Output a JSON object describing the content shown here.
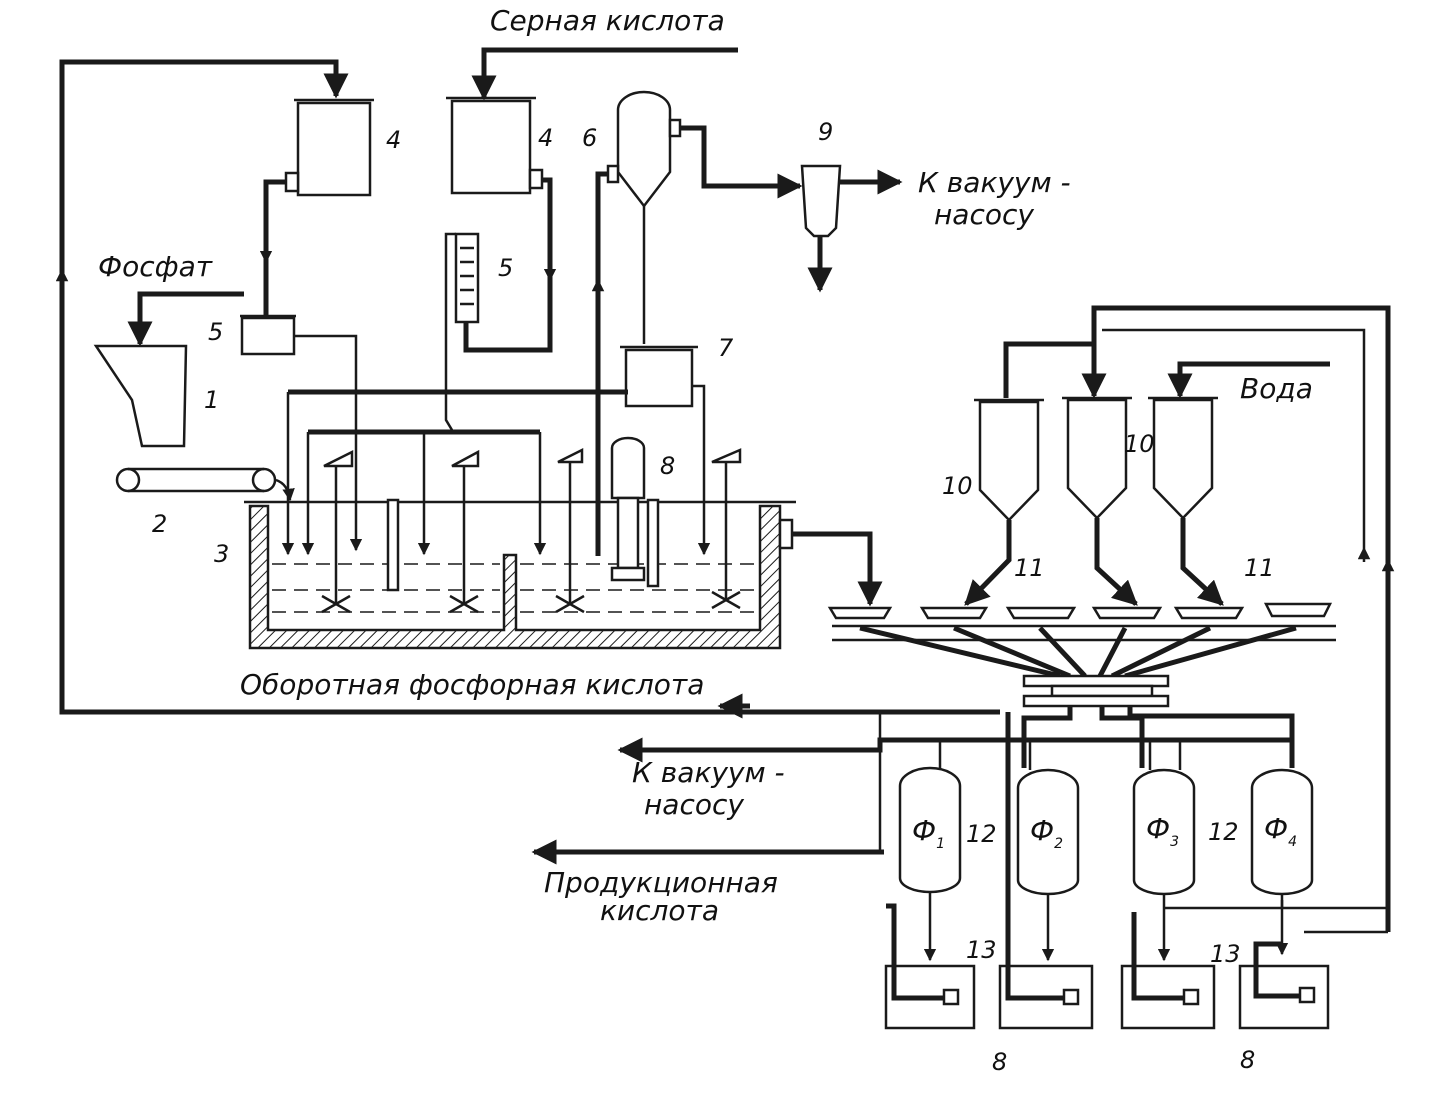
{
  "labels": {
    "sulfuric_acid": "Серная кислота",
    "phosphate": "Фосфат",
    "to_vacuum_pump_1a": "К вакуум -",
    "to_vacuum_pump_1b": "насосу",
    "water": "Вода",
    "recycled_acid": "Оборотная фосфорная кислота",
    "to_vacuum_pump_2a": "К вакуум -",
    "to_vacuum_pump_2b": "насосу",
    "product_acid_a": "Продукционная",
    "product_acid_b": "кислота"
  },
  "numbers": {
    "n1": "1",
    "n2": "2",
    "n3": "3",
    "n4a": "4",
    "n4b": "4",
    "n5a": "5",
    "n5b": "5",
    "n6": "6",
    "n7": "7",
    "n8a": "8",
    "n9": "9",
    "n10a": "10",
    "n10b": "10",
    "n11a": "11",
    "n11b": "11",
    "n12a": "12",
    "n12b": "12",
    "n13a": "13",
    "n13b": "13",
    "n8b": "8",
    "n8c": "8"
  },
  "filters": [
    {
      "letter": "Ф",
      "index": "1"
    },
    {
      "letter": "Ф",
      "index": "2"
    },
    {
      "letter": "Ф",
      "index": "3"
    },
    {
      "letter": "Ф",
      "index": "4"
    }
  ]
}
